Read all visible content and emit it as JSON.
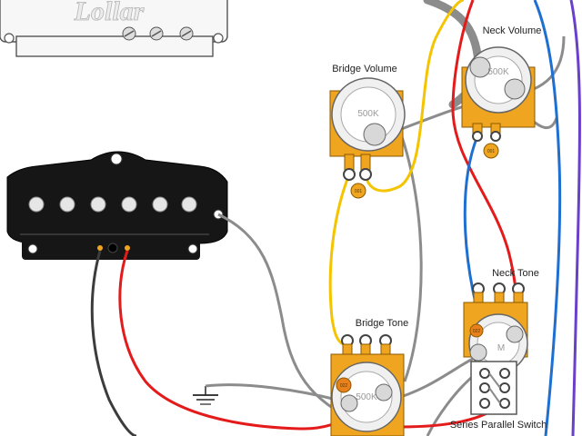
{
  "logo": {
    "text": "Lollar"
  },
  "labels": {
    "bridge_volume": "Bridge Volume",
    "neck_volume": "Neck Volume",
    "bridge_tone": "Bridge Tone",
    "neck_tone": "Neck Tone",
    "switch": "Series Parallel Switch"
  },
  "pots": {
    "bridge_volume_value": "500K",
    "neck_volume_value": "500K",
    "bridge_tone_value": "500K",
    "neck_tone_value": "M"
  },
  "capacitors": {
    "bridge_volume_cap": "001",
    "neck_volume_cap": "001",
    "bridge_tone_cap": "022",
    "neck_tone_cap": "022"
  },
  "colors": {
    "wire_gray": "#8c8c8c",
    "wire_yellow": "#f5c400",
    "wire_red": "#e41b1b",
    "wire_blue": "#1f6fd1",
    "wire_black": "#3c3c3c",
    "wire_purple": "#6a3fc9",
    "pot_body": "#f0a520",
    "pickup_body": "#161616"
  }
}
